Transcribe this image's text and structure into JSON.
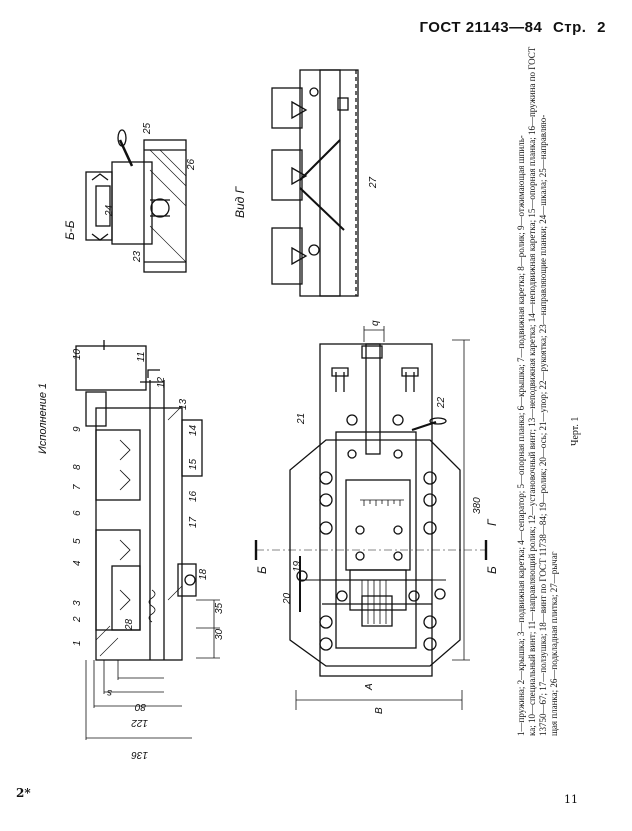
{
  "header": {
    "standard": "ГОСТ 21143—84",
    "page_label": "Стр.",
    "page_number": "2"
  },
  "footer": {
    "left_mark": "2*",
    "right_number": "11"
  },
  "figure": {
    "variant_title": "Исполнение 1",
    "section_title": "Б-Б",
    "view_title": "Вид Г",
    "figure_label": "Черт. 1",
    "caption_lines": [
      "1—пружина; 2—крышка; 3—подвижная каретка; 4—сепаратор; 5—опорная планка; 6—крышка; 7—подвижная каретка; 8—ролик; 9—отжимающая шпиль-",
      "ка; 10—специальный винт; 11—направляющий ролик; 12—установочный винт; 13—неподвижная каретка; 14—неподвижная каретка; 15—опорная планка; 16—пружина по ГОСТ",
      "13750—67; 17—ползушка; 18—винт по ГОСТ 11738—84; 19—ролик; 20—ось; 21—упор; 22—рукоятка; 23—направляющие планки; 24—шкала; 25—направляю-",
      "щая планка; 26—подкладная плитка; 27—рычаг"
    ],
    "callouts_main": [
      "1",
      "2",
      "3",
      "4",
      "5",
      "6",
      "7",
      "8",
      "9",
      "10",
      "11",
      "12",
      "13",
      "14",
      "15",
      "16",
      "17",
      "18"
    ],
    "callouts_plan": [
      "19",
      "20",
      "21",
      "22"
    ],
    "callouts_section": [
      "23",
      "24",
      "25",
      "26"
    ],
    "callouts_view": [
      "27"
    ],
    "dimensions": [
      "136",
      "122",
      "80",
      "s",
      "28",
      "30",
      "35",
      "380",
      "В",
      "А",
      "q"
    ],
    "section_marks": [
      "Б",
      "Б",
      "Г"
    ]
  }
}
